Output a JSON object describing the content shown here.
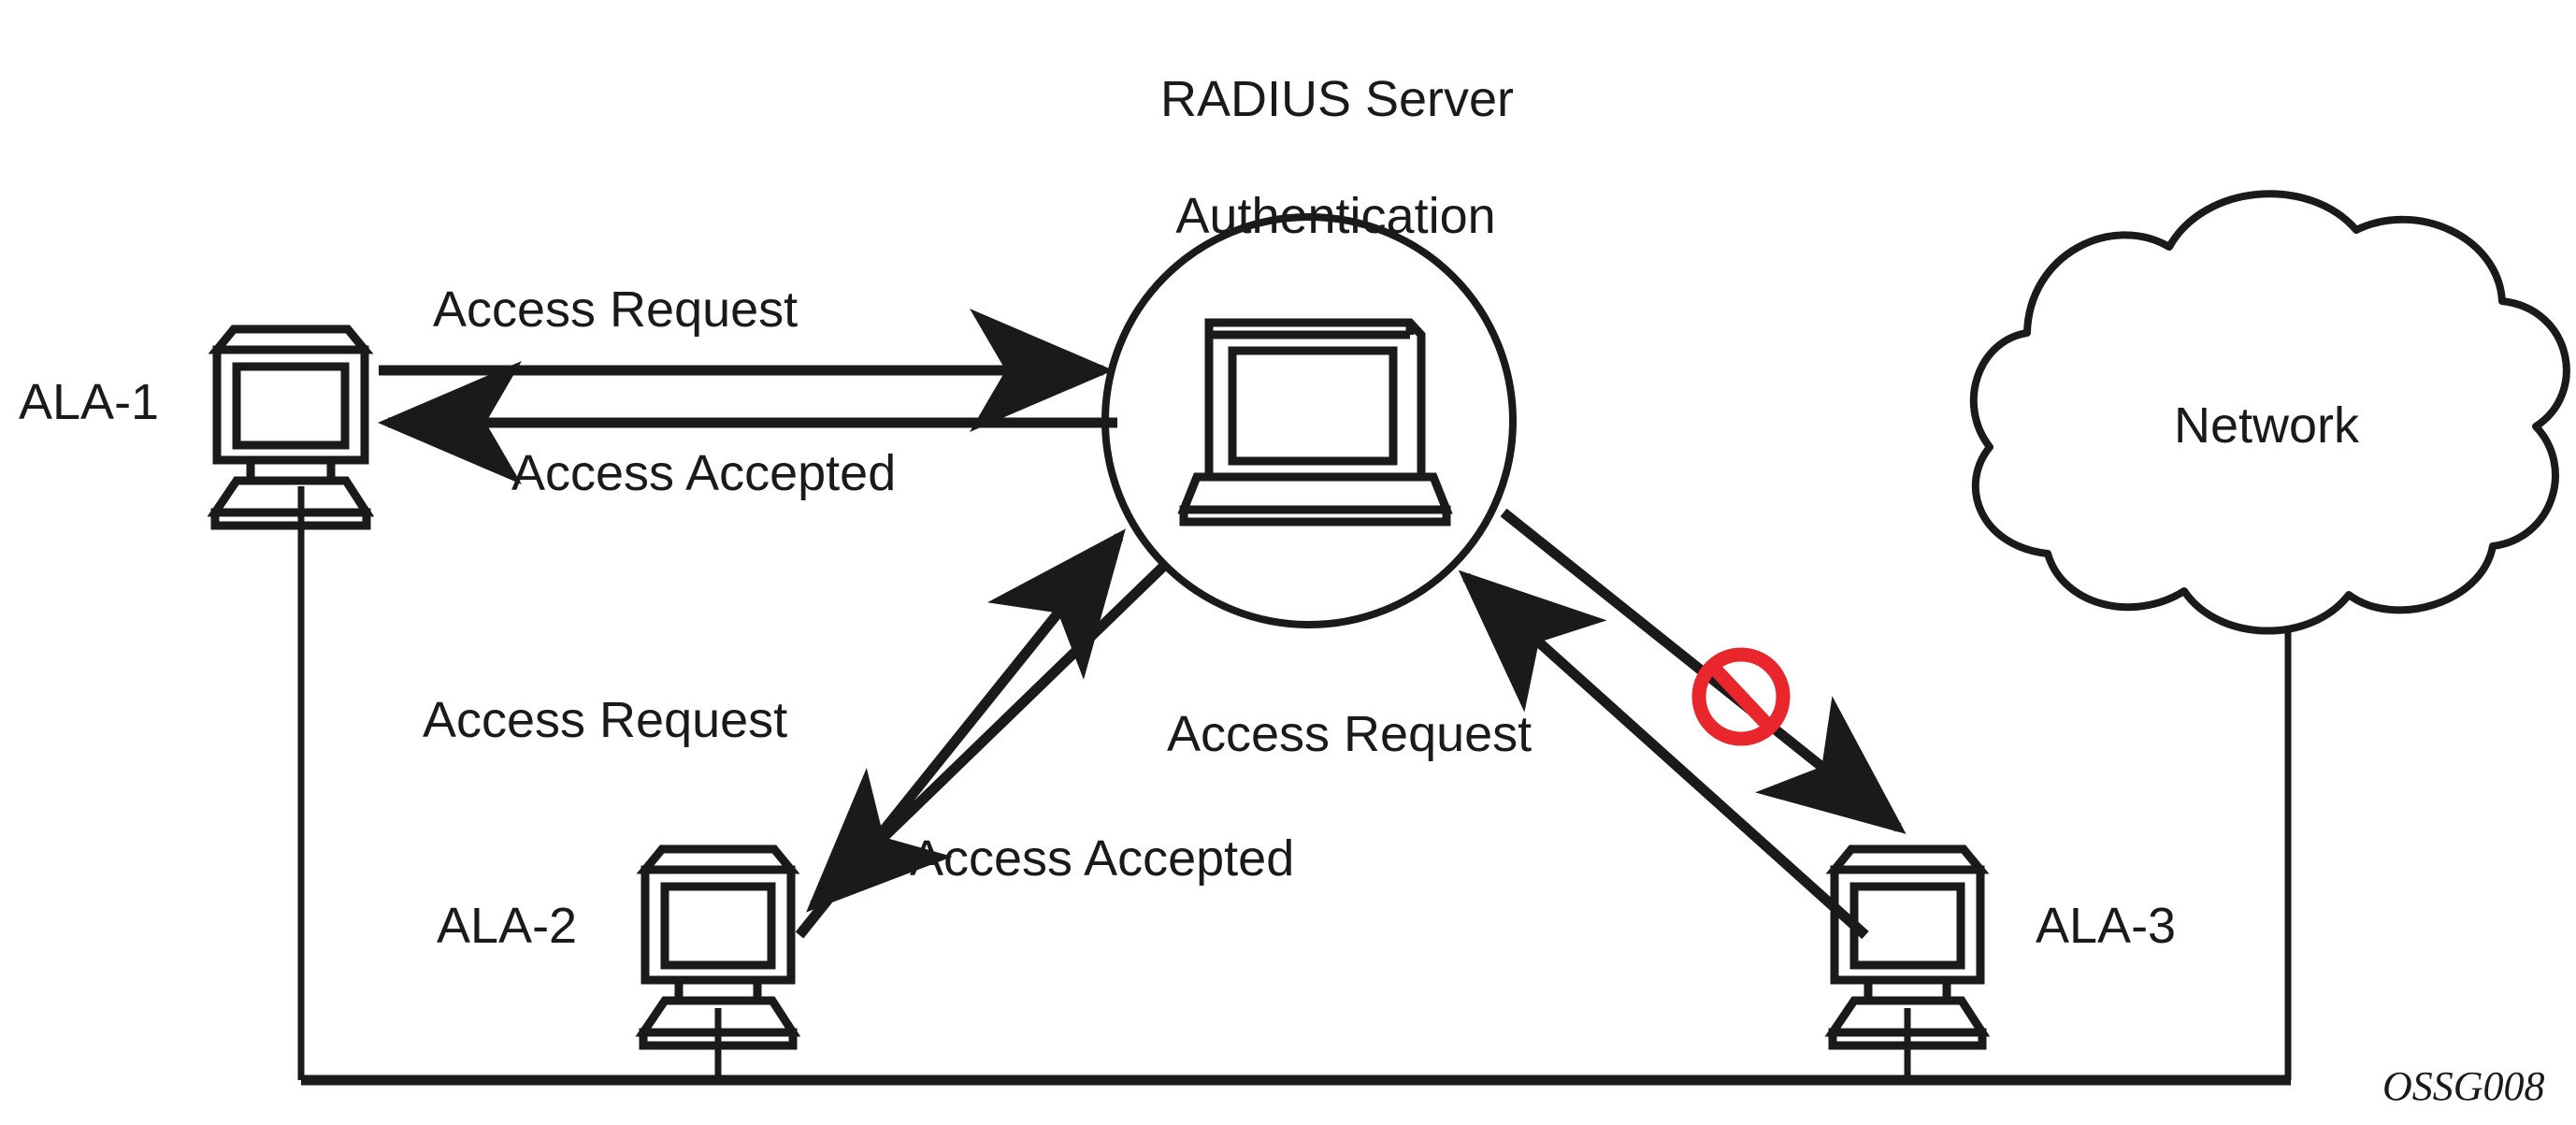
{
  "figure": {
    "id_label": "OSSG008",
    "title_line1": "RADIUS Server",
    "title_line2": "Authentication"
  },
  "colors": {
    "line": "#1a1a1a",
    "prohibition_red": "#E8262C",
    "background": "#ffffff"
  },
  "nodes": {
    "server": {
      "name": "RADIUS Server Authentication",
      "icon": "laptop-icon",
      "shape": "circle"
    },
    "ala1": {
      "label": "ALA-1",
      "icon": "workstation-icon"
    },
    "ala2": {
      "label": "ALA-2",
      "icon": "workstation-icon"
    },
    "ala3": {
      "label": "ALA-3",
      "icon": "workstation-icon"
    },
    "cloud": {
      "label": "Network",
      "icon": "cloud-icon"
    }
  },
  "flows": [
    {
      "id": "ala1-request",
      "label": "Access Request",
      "from": "ALA-1",
      "to": "RADIUS Server",
      "blocked": false
    },
    {
      "id": "ala1-accepted",
      "label": "Access Accepted",
      "from": "RADIUS Server",
      "to": "ALA-1",
      "blocked": false
    },
    {
      "id": "ala2-request",
      "label": "Access Request",
      "from": "ALA-2",
      "to": "RADIUS Server",
      "blocked": false
    },
    {
      "id": "ala2-accepted",
      "label": "Access Accepted",
      "from": "RADIUS Server",
      "to": "ALA-2",
      "blocked": false
    },
    {
      "id": "ala3-request",
      "label": "Access Request",
      "from": "ALA-3",
      "to": "RADIUS Server",
      "blocked": false
    },
    {
      "id": "ala3-denied",
      "label": "",
      "from": "RADIUS Server",
      "to": "ALA-3",
      "blocked": true
    }
  ],
  "annotations": {
    "prohibition": {
      "name": "no-access-icon",
      "meaning": "access denied"
    }
  }
}
